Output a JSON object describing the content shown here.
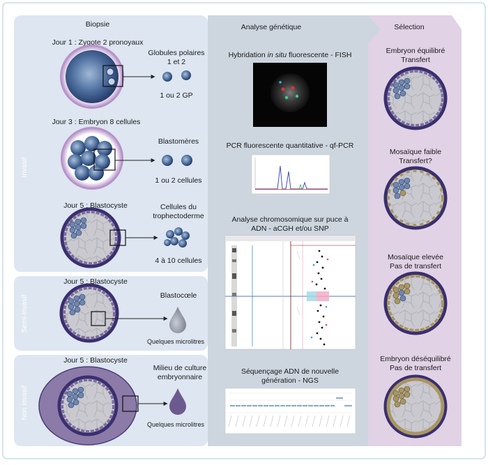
{
  "columns": {
    "biopsie": "Biopsie",
    "analyse": "Analyse génétique",
    "selection": "Sélection"
  },
  "side_labels": {
    "invasif": "Invasif",
    "semi_invasif": "Semi-invasif",
    "non_invasif": "Non invasif"
  },
  "biopsy": {
    "day1": {
      "title": "Jour 1 : Zygote 2 pronoyaux",
      "sample_l1": "Globules polaires",
      "sample_l2": "1 et 2",
      "qty": "1 ou 2 GP"
    },
    "day3": {
      "title": "Jour 3 : Embryon 8 cellules",
      "sample": "Blastomères",
      "qty": "1 ou 2 cellules"
    },
    "day5a": {
      "title": "Jour 5 : Blastocyste",
      "sample_l1": "Cellules du",
      "sample_l2": "trophectoderme",
      "qty": "4 à 10 cellules"
    },
    "day5b": {
      "title": "Jour 5 : Blastocyste",
      "sample": "Blastocœle",
      "qty": "Quelques microlitres"
    },
    "day5c": {
      "title": "Jour 5 : Blastocyste",
      "sample_l1": "Milieu de culture",
      "sample_l2": "embryonnaire",
      "qty": "Quelques microlitres"
    }
  },
  "analysis": {
    "fish_pre": "Hybridation ",
    "fish_italic": "in situ",
    "fish_post": " fluorescente - FISH",
    "pcr": "PCR fluorescente quantitative - qf-PCR",
    "array_l1": "Analyse chromosomique sur puce à",
    "array_l2": "ADN - aCGH et/ou SNP",
    "ngs_l1": "Séquençage ADN de nouvelle",
    "ngs_l2": "génération - NGS"
  },
  "selection": {
    "s1_l1": "Embryon équilibré",
    "s1_l2": "Transfert",
    "s2_l1": "Mosaïque faible",
    "s2_l2": "Transfert?",
    "s3_l1": "Mosaïque elevée",
    "s3_l2": "Pas de transfert",
    "s4_l1": "Embryon déséquilibré",
    "s4_l2": "Pas de transfert"
  },
  "colors": {
    "biopsy_bg": "#dde6f1",
    "analysis_bg": "#cdd6df",
    "selection_bg": "#e1d2e6",
    "embryo_rim": "#3a2f6e",
    "trophectoderm": "#7c6e9e",
    "mosaic_cell": "#a99662"
  }
}
